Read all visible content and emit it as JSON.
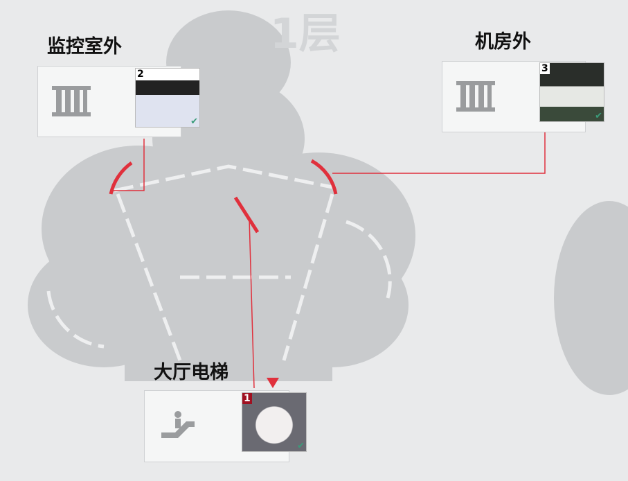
{
  "floor": {
    "label": "1层"
  },
  "locations": [
    {
      "name": "监控室外",
      "icon": "prison-bars-icon",
      "player_number": "2",
      "ready": true
    },
    {
      "name": "机房外",
      "icon": "prison-bars-icon",
      "player_number": "3",
      "ready": true
    },
    {
      "name": "大厅电梯",
      "icon": "escalator-icon",
      "player_number": "1",
      "ready": true
    }
  ],
  "colors": {
    "accent": "#e0303c",
    "map": "#c8cacc",
    "card": "#f5f6f6"
  }
}
